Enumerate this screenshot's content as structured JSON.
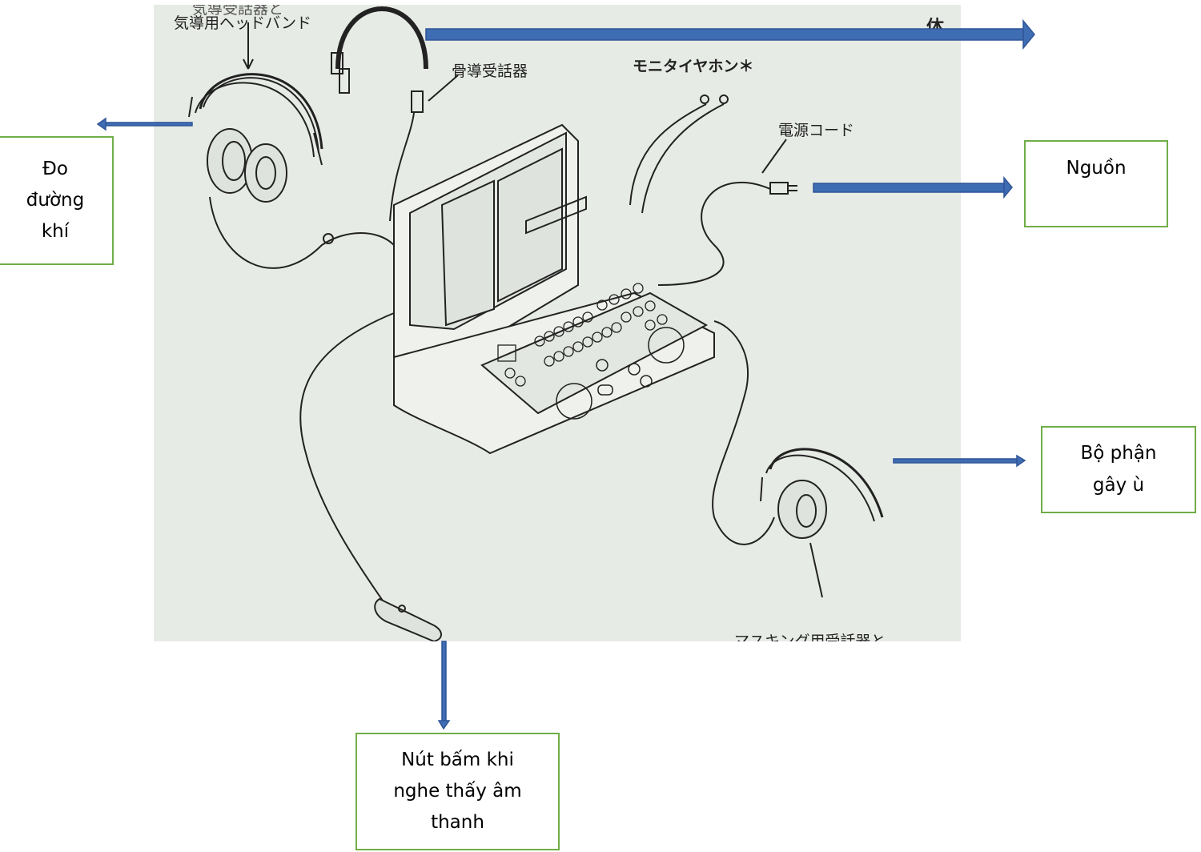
{
  "photo_text": {
    "top_left_cut": "気導受話器と",
    "headband": "気導用ヘッドバンド",
    "bone": "骨導受話器",
    "monitor": "モニタイヤホン＊",
    "power_cord": "電源コード",
    "corner": "体",
    "masking": "マスキング用受話器と"
  },
  "labels": {
    "air": "Đo\nđường\nkhí",
    "power": "Nguồn",
    "masking": "Bộ phận\ngây ù",
    "button": "Nút bấm khi\nnghe thấy âm\nthanh"
  },
  "colors": {
    "arrow": "#3f6db3",
    "label_border": "#70ad47",
    "photo_bg": "#e7ebe5"
  }
}
